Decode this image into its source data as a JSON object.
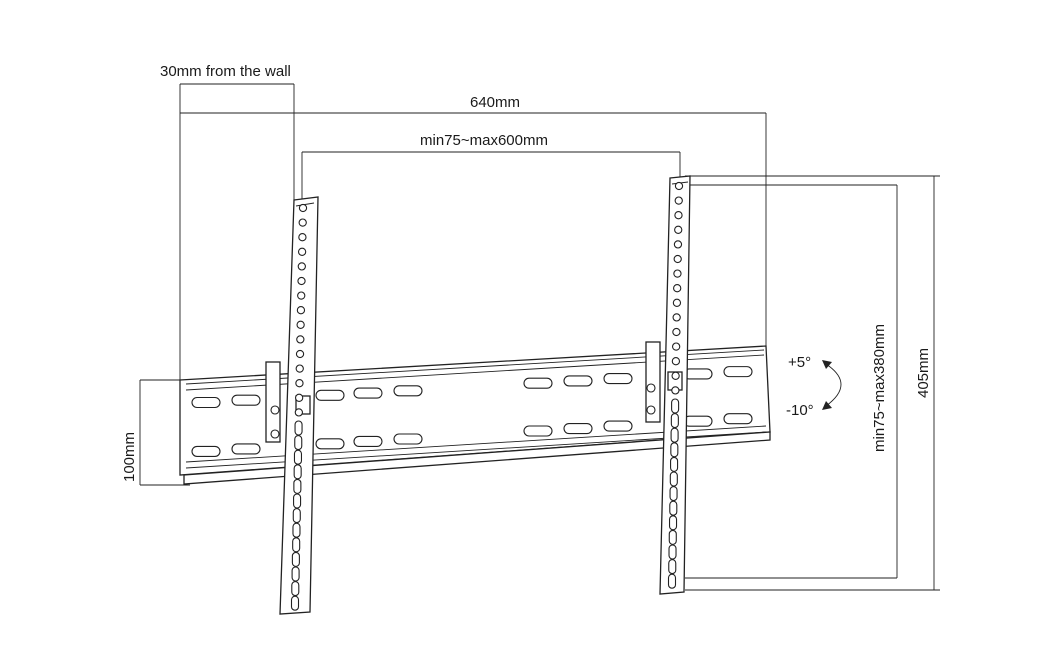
{
  "labels": {
    "wall_offset": "30mm from the wall",
    "overall_width": "640mm",
    "vesa_horizontal": "min75~max600mm",
    "vesa_vertical": "min75~max380mm",
    "overall_height": "405mm",
    "plate_height": "100mm",
    "tilt_up": "+5°",
    "tilt_down": "-10°"
  }
}
